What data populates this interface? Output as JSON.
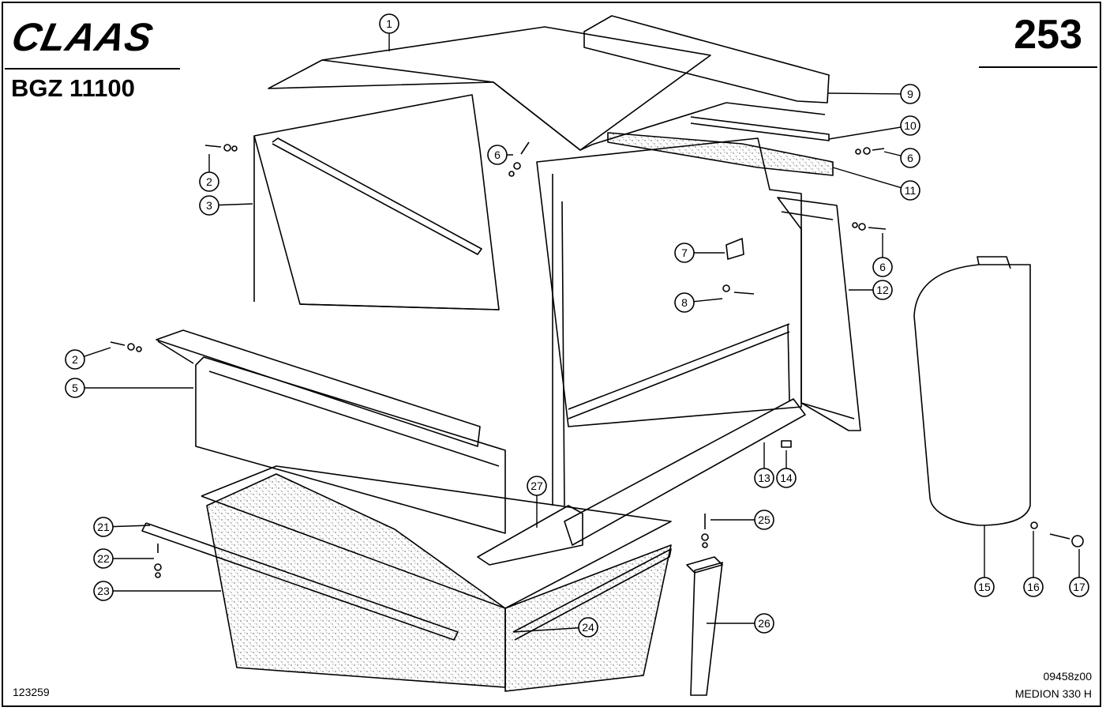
{
  "brand": "CLAAS",
  "model_code": "BGZ 11100",
  "page_number": "253",
  "figure_ref": "123259",
  "drawing_ref": "09458z00",
  "machine": "MEDION 330 H",
  "callouts": [
    {
      "label": "1",
      "part": "top-panel"
    },
    {
      "label": "2",
      "part": "bolt-washer"
    },
    {
      "label": "2",
      "part": "bolt-washer"
    },
    {
      "label": "3",
      "part": "left-side-panel"
    },
    {
      "label": "5",
      "part": "front-crossmember"
    },
    {
      "label": "6",
      "part": "bolt-washer"
    },
    {
      "label": "6",
      "part": "bolt-washer"
    },
    {
      "label": "6",
      "part": "bolt-washer"
    },
    {
      "label": "7",
      "part": "bracket"
    },
    {
      "label": "8",
      "part": "bolt-nut"
    },
    {
      "label": "9",
      "part": "edge-strip"
    },
    {
      "label": "10",
      "part": "strip"
    },
    {
      "label": "11",
      "part": "seal-strip"
    },
    {
      "label": "12",
      "part": "frame"
    },
    {
      "label": "13",
      "part": "bottom-rail"
    },
    {
      "label": "14",
      "part": "clip"
    },
    {
      "label": "15",
      "part": "side-cover"
    },
    {
      "label": "16",
      "part": "washer"
    },
    {
      "label": "17",
      "part": "knob"
    },
    {
      "label": "21",
      "part": "clamp-strip"
    },
    {
      "label": "22",
      "part": "bolt-washer"
    },
    {
      "label": "23",
      "part": "rubber-apron"
    },
    {
      "label": "24",
      "part": "clamp-strip"
    },
    {
      "label": "25",
      "part": "bolt-washer"
    },
    {
      "label": "26",
      "part": "strap"
    },
    {
      "label": "27",
      "part": "corner-piece"
    }
  ],
  "colors": {
    "line": "#000000",
    "paper": "#ffffff",
    "texture": "#555555"
  }
}
